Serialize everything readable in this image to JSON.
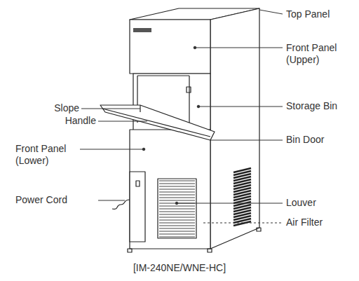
{
  "diagram": {
    "caption": "[IM-240NE/WNE-HC]",
    "labels": [
      "Top Panel",
      "Front Panel (Upper)",
      "Slope",
      "Handle",
      "Storage Bin",
      "Bin Door",
      "Front Panel (Lower)",
      "Power Cord",
      "Louver",
      "Air Filter"
    ]
  }
}
